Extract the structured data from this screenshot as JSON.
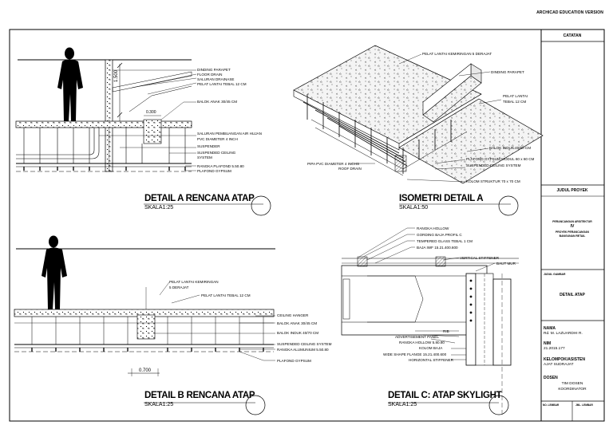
{
  "vendor": "ARCHICAD EDUCATION VERSION",
  "details": {
    "a": {
      "title": "DETAIL A RENCANA ATAP",
      "scale": "SKALA1:25",
      "dim_vertical": "1.500",
      "dim_horizontal": "0.300",
      "labels": [
        "DINDING PARAPET",
        "FLOOR DRAIN",
        "SALURAN DRAINASE",
        "PELAT LANTAI TEBAL 12 CM",
        "BALOK ANAK 30/45 CM",
        "SALURAN PEMBUANGAN AIR HUJAN",
        "PVC DIAMETER 4 INCH",
        "SUSPENDER",
        "SUSPENDED CEILING",
        "SYSTEM",
        "RANGKA PLAFOND 5.50.80",
        "PLAFOND GYPSUM"
      ]
    },
    "iso": {
      "title": "ISOMETRI DETAIL A",
      "scale": "SKALA1:50",
      "labels": [
        "PELAT LANTAI KEMIRINGAN 5 DERAJAT",
        "DINDING PARAPET",
        "PELAT LANTAI",
        "TEBAL 12 CM",
        "BALOK INDUK 40/60 CM",
        "PLAFOND GYPSUM MODUL 60 x 60 CM",
        "SUSPENDED CEILING SYSTEM",
        "KOLOM STRUKTUR 70 x 70 CM",
        "PIPA PVC DIAMETER 4 INCHS",
        "ROOF DRAIN"
      ]
    },
    "b": {
      "title": "DETAIL B RENCANA ATAP",
      "scale": "SKALA1:25",
      "dim_horizontal": "0.700",
      "labels": [
        "PELAT LANTAI KEMIRINGAN",
        "5 DERAJAT",
        "PELAT LANTAI TEBAL 12 CM",
        "CEILING HANGER",
        "BALOK ANAK 30/45 CM",
        "BALOK INDUK 40/70 CM",
        "SUSPENDED CEILING SYSTEM",
        "RANGKA ALUMUNIUM 5.50.80",
        "PLAFOND GYPSUM"
      ]
    },
    "c": {
      "title": "DETAIL C: ATAP SKYLIGHT",
      "scale": "SKALA1:25",
      "labels": [
        "RANGKA HOLLOW",
        "GORDING BAJA PROFIL C",
        "TEMPERED GLASS TEBAL 1 CM",
        "BAJA IWF 15.21.400.600",
        "VERTICAL STIFFENER",
        "BAUT MUR",
        "RIB",
        "ADVERTISEMENT PANEL",
        "RANGKA HOLLOW 5.80.80",
        "KOLOM BAJA",
        "WIDE SHAPE FLANGE 15.21.400.600",
        "HORIZONTAL STIFFENER"
      ]
    }
  },
  "title_block": {
    "catatan": "CATATAN",
    "judul_proyek": "JUDUL PROYEK",
    "proyek_line1": "PERANCANGAN ARSITEKTUR",
    "proyek_line2": "IV",
    "proyek_line3": "PROYEK PERANCANGAN",
    "proyek_line4": "BANGUNAN RETAIL",
    "judul_gambar": "JUDUL GAMBAR",
    "gambar": "DETAIL ATAP",
    "nama_label": "NAMA",
    "nama_value": "Rd. M. LAZUARDHI R.",
    "nim_label": "NIM",
    "nim_value": "21.2015.177",
    "kelompok_label": "KELOMPOK/ASISTEN",
    "kelompok_value": "AJAT SUDRAJAT",
    "dosen_label": "DOSEN",
    "dosen_value1": "TIM DOSEN",
    "dosen_value2": "KOORDINATOR",
    "no_lembar": "NO. LEMBAR",
    "jml_lembar": "JML. LEMBAR"
  }
}
